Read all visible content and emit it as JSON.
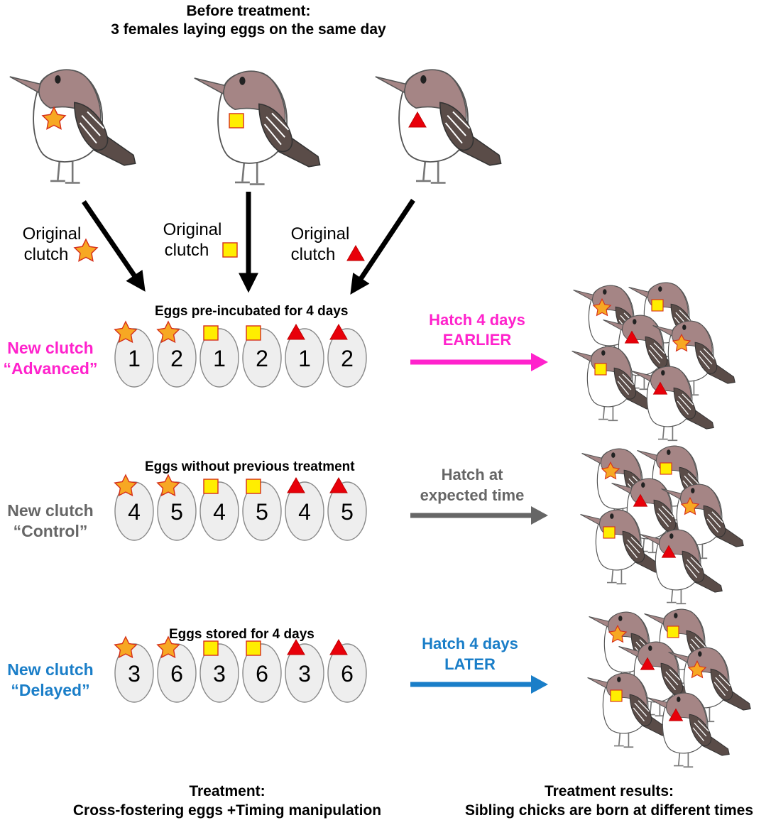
{
  "header": {
    "line1": "Before treatment:",
    "line2": "3  females laying eggs on the same day"
  },
  "original_clutches": [
    {
      "line1": "Original",
      "line2": "clutch",
      "marker": "star"
    },
    {
      "line1": "Original",
      "line2": "clutch",
      "marker": "square"
    },
    {
      "line1": "Original",
      "line2": "clutch",
      "marker": "triangle"
    }
  ],
  "rows": [
    {
      "egg_title": "Eggs pre-incubated for 4 days",
      "clutch_line1": "New clutch",
      "clutch_line2": "“Advanced”",
      "color": "#ff22cc",
      "egg_numbers": [
        "1",
        "2",
        "1",
        "2",
        "1",
        "2"
      ],
      "hatch_line1": "Hatch 4 days",
      "hatch_line2": "EARLIER"
    },
    {
      "egg_title": "Eggs without previous treatment",
      "clutch_line1": "New clutch",
      "clutch_line2": "“Control”",
      "color": "#666666",
      "egg_numbers": [
        "4",
        "5",
        "4",
        "5",
        "4",
        "5"
      ],
      "hatch_line1": "Hatch at",
      "hatch_line2": "expected time"
    },
    {
      "egg_title": "Eggs stored for 4 days",
      "clutch_line1": "New clutch",
      "clutch_line2": "“Delayed”",
      "color": "#1a7ec8",
      "egg_numbers": [
        "3",
        "6",
        "3",
        "6",
        "3",
        "6"
      ],
      "hatch_line1": "Hatch 4 days",
      "hatch_line2": "LATER"
    }
  ],
  "egg_markers": [
    "star",
    "star",
    "square",
    "square",
    "triangle",
    "triangle"
  ],
  "chick_markers": [
    "star",
    "square",
    "triangle",
    "star",
    "square",
    "triangle"
  ],
  "footer_left": {
    "line1": "Treatment:",
    "line2": "Cross-fostering eggs +Timing manipulation"
  },
  "footer_right": {
    "line1": "Treatment results:",
    "line2": "Sibling chicks are born at different times"
  },
  "colors": {
    "bird_body": "#a58585",
    "bird_belly": "#ffffff",
    "bird_wing": "#5a4c48",
    "star_fill": "#f7a823",
    "star_stroke": "#d62f1a",
    "square_fill": "#ffee00",
    "square_stroke": "#d62f1a",
    "triangle_fill": "#e8000a",
    "egg_fill": "#eeeeee",
    "egg_stroke": "#888888"
  }
}
